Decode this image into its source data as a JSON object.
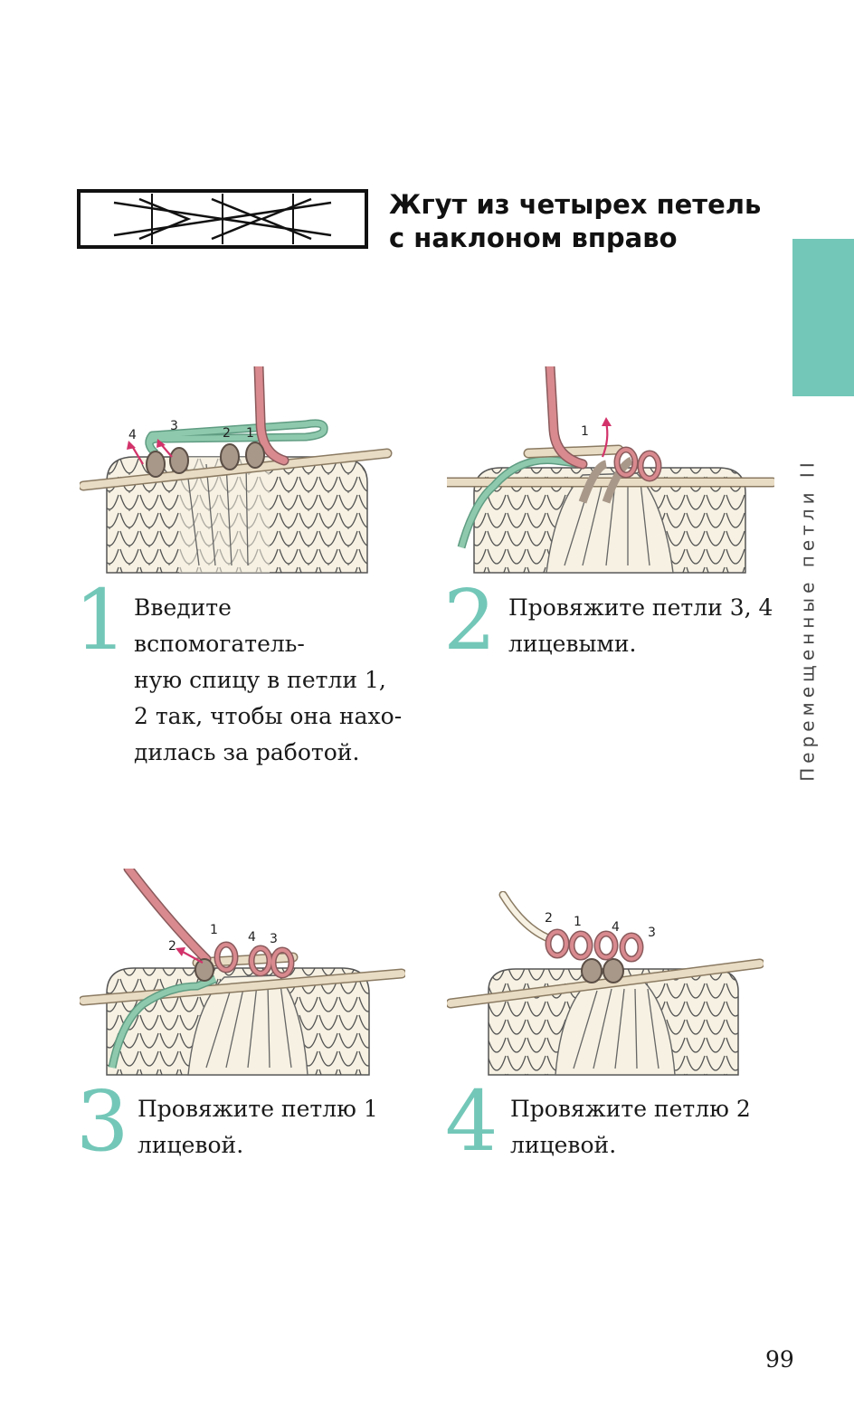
{
  "header": {
    "title_line1": "Жгут из четырех петель",
    "title_line2": "с наклоном вправо"
  },
  "side_tab": {
    "label": "Перемещенные петли II",
    "color": "#73c7b8"
  },
  "steps": [
    {
      "number": "1",
      "lines": [
        "Введите вспомогатель-",
        "ную спицу в петли 1,",
        "2 так, чтобы она нахо-",
        "дилась за работой."
      ],
      "figure_labels": [
        "4",
        "3",
        "2",
        "1"
      ]
    },
    {
      "number": "2",
      "lines": [
        "Провяжите петли 3, 4",
        "лицевыми."
      ],
      "figure_labels": [
        "1"
      ]
    },
    {
      "number": "3",
      "lines": [
        "Провяжите петлю 1",
        "лицевой."
      ],
      "figure_labels": [
        "1",
        "4",
        "3",
        "2"
      ]
    },
    {
      "number": "4",
      "lines": [
        "Провяжите петлю 2",
        "лицевой."
      ],
      "figure_labels": [
        "2",
        "1",
        "4",
        "3"
      ]
    }
  ],
  "colors": {
    "accent": "#73c7b8",
    "yarn_pink": "#d98a8e",
    "yarn_green": "#8fc9ad",
    "yarn_brown": "#a8988a",
    "fabric": "#f6f1e2",
    "needle": "#e9dcc4",
    "arrow": "#d2336a"
  },
  "page": {
    "number": "99"
  }
}
